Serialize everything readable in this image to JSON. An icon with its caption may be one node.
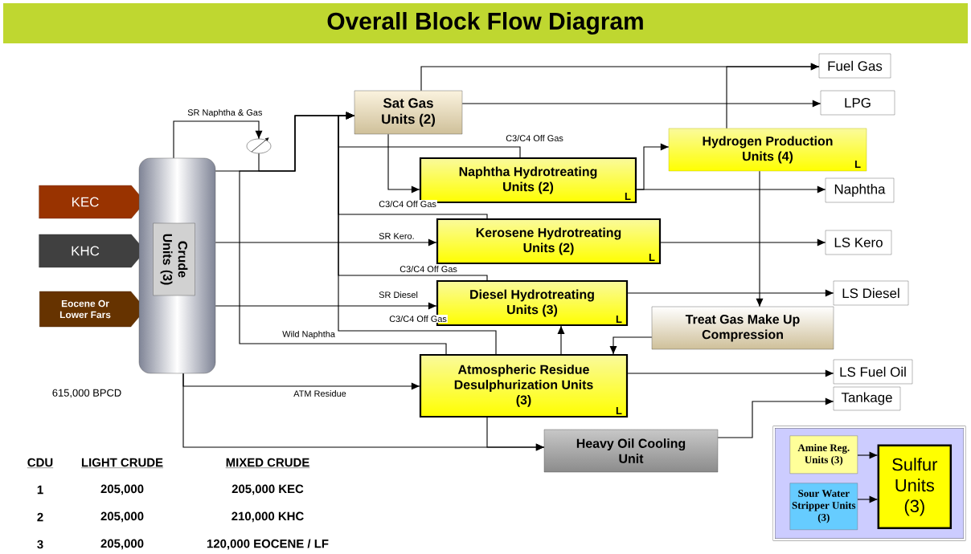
{
  "diagram": {
    "title": "Overall Block Flow Diagram",
    "nodes": [
      {
        "text": [
          "KEC"
        ]
      },
      {
        "text": [
          "KHC"
        ]
      },
      {
        "text": [
          "Eocene Or Lower Fars"
        ]
      },
      {
        "text": [
          "Crude Units (3)"
        ]
      },
      {
        "text": [],
        "shape": "circle"
      },
      {
        "text": [
          "Sat Gas Units (2)"
        ]
      },
      {
        "text": [
          "Naphtha Hydrotreating Units (2)",
          "L"
        ]
      },
      {
        "text": [
          "Kerosene Hydrotreating Units (2)",
          "L"
        ]
      },
      {
        "text": [
          "Diesel Hydrotreating Units (3)",
          "L"
        ]
      },
      {
        "text": [
          "Atmospheric Residue Desulphurization Units (3)",
          "L"
        ]
      },
      {
        "text": [
          "Hydrogen Production Units (4)",
          "L"
        ]
      },
      {
        "text": [
          "Treat Gas Make Up Compression"
        ]
      },
      {
        "text": [
          "Heavy Oil Cooling Unit"
        ]
      },
      {
        "text": [
          "Fuel Gas"
        ]
      },
      {
        "text": [
          "LPG"
        ]
      },
      {
        "text": [
          "Naphtha"
        ]
      },
      {
        "text": [
          "LS Kero"
        ]
      },
      {
        "text": [
          "LS Diesel"
        ]
      },
      {
        "text": [
          "LS Fuel Oil"
        ]
      },
      {
        "text": [
          "Tankage"
        ]
      },
      {
        "text": [],
        "shape": "box"
      },
      {
        "text": [
          "Amine Reg. Units (3)"
        ],
        "in": 20
      },
      {
        "text": [
          "Sour Water Stripper Units (3)"
        ],
        "in": 20
      },
      {
        "text": [
          "Sulfur Units (3)"
        ],
        "in": 20
      }
    ],
    "edges": [
      {
        "from": 3,
        "to": 4,
        "arrow": "to",
        "label": "SR Naphtha & Gas"
      },
      {
        "from": 4,
        "to": 5,
        "arrow": "to"
      },
      {
        "from": 3,
        "to": 5,
        "arrow": "to"
      },
      {
        "from": 5,
        "to": 6,
        "arrow": "to"
      },
      {
        "from": 5,
        "to": 13,
        "arrow": "to"
      },
      {
        "from": 5,
        "to": 14,
        "arrow": "to"
      },
      {
        "from": 6,
        "to": 5,
        "arrow": "to",
        "label": "C3/C4 Off Gas"
      },
      {
        "from": 7,
        "to": 5,
        "arrow": "to",
        "label": "C3/C4 Off Gas"
      },
      {
        "from": 8,
        "to": 5,
        "arrow": "to",
        "label": "C3/C4 Off Gas"
      },
      {
        "from": 9,
        "to": 5,
        "arrow": "to",
        "label": "C3/C4 Off Gas"
      },
      {
        "from": 9,
        "to": 5,
        "arrow": "to",
        "label": "Wild Naphtha"
      },
      {
        "from": 3,
        "to": 7,
        "arrow": "to",
        "label": "SR Kero."
      },
      {
        "from": 3,
        "to": 8,
        "arrow": "to",
        "label": "SR Diesel"
      },
      {
        "from": 9,
        "to": 8,
        "arrow": "to"
      },
      {
        "from": 6,
        "to": 15,
        "arrow": "to"
      },
      {
        "from": 6,
        "to": 10,
        "arrow": "to"
      },
      {
        "from": 10,
        "to": 13,
        "arrow": "to"
      },
      {
        "from": 10,
        "to": 11,
        "arrow": "to"
      },
      {
        "from": 7,
        "to": 16,
        "arrow": "to"
      },
      {
        "from": 8,
        "to": 17,
        "arrow": "to"
      },
      {
        "from": 11,
        "to": 9,
        "arrow": "to"
      },
      {
        "from": 9,
        "to": 18,
        "arrow": "to"
      },
      {
        "from": 3,
        "to": 9,
        "arrow": "to",
        "label": "ATM Residue"
      },
      {
        "from": 3,
        "to": 12,
        "arrow": "to"
      },
      {
        "from": 9,
        "to": 12,
        "arrow": "to"
      },
      {
        "from": 12,
        "to": 19,
        "arrow": "to"
      },
      {
        "from": 21,
        "to": 23,
        "arrow": "to"
      },
      {
        "from": 22,
        "to": 23,
        "arrow": "to"
      }
    ],
    "labels": [
      "615,000 BPCD",
      "CDU",
      "LIGHT CRUDE",
      "MIXED CRUDE",
      "1",
      "205,000",
      "205,000 KEC",
      "2",
      "205,000",
      "210,000 KHC",
      "3",
      "205,000",
      "120,000 EOCENE / LF"
    ]
  }
}
